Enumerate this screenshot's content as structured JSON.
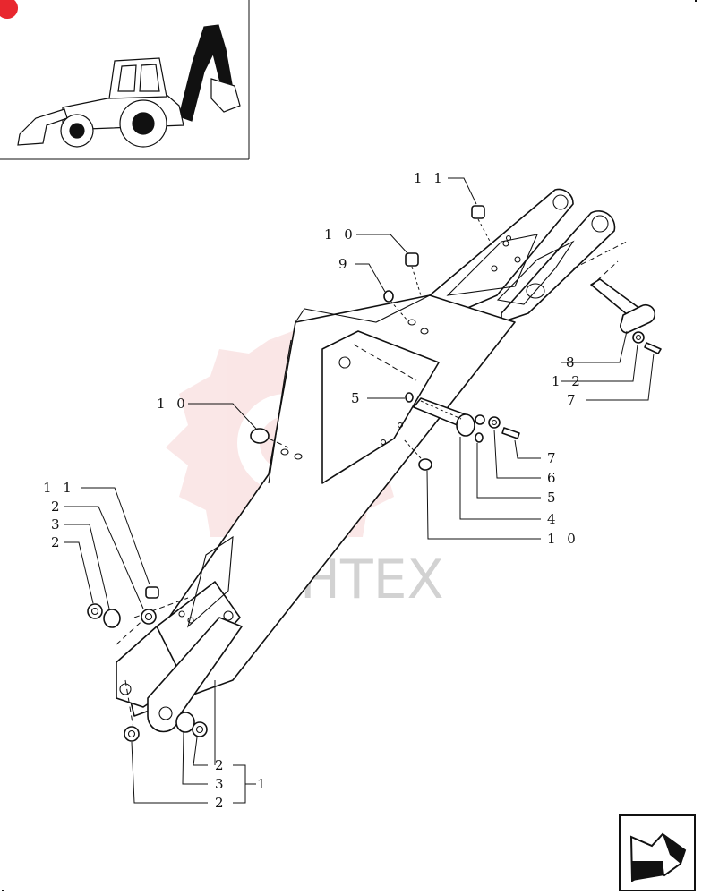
{
  "watermark": {
    "text": "ИНТЕХ",
    "logo_color": "#e23a3a"
  },
  "colors": {
    "ink": "#111111",
    "watermark_red": "#f2b9b9",
    "badge_red": "#e8272e"
  },
  "callouts": [
    {
      "id": "c11-top",
      "text": "1 1"
    },
    {
      "id": "c10-top",
      "text": "1 0"
    },
    {
      "id": "c9",
      "text": "9"
    },
    {
      "id": "c10-left",
      "text": "1 0"
    },
    {
      "id": "c5-mid",
      "text": "5"
    },
    {
      "id": "c8",
      "text": "8"
    },
    {
      "id": "c12",
      "text": "1 2"
    },
    {
      "id": "c7-a",
      "text": "7"
    },
    {
      "id": "c7-b",
      "text": "7"
    },
    {
      "id": "c6",
      "text": "6"
    },
    {
      "id": "c5-right",
      "text": "5"
    },
    {
      "id": "c4",
      "text": "4"
    },
    {
      "id": "c10-right",
      "text": "1 0"
    },
    {
      "id": "c11-left",
      "text": "1 1"
    },
    {
      "id": "c2-a",
      "text": "2"
    },
    {
      "id": "c3-a",
      "text": "3"
    },
    {
      "id": "c2-b",
      "text": "2"
    },
    {
      "id": "c2-c",
      "text": "2"
    },
    {
      "id": "c3-b",
      "text": "3"
    },
    {
      "id": "c1",
      "text": "1"
    },
    {
      "id": "c2-d",
      "text": "2"
    }
  ],
  "icons": {
    "thumbnail": "backhoe-loader-icon",
    "nav": "next-page-arrow-icon"
  }
}
